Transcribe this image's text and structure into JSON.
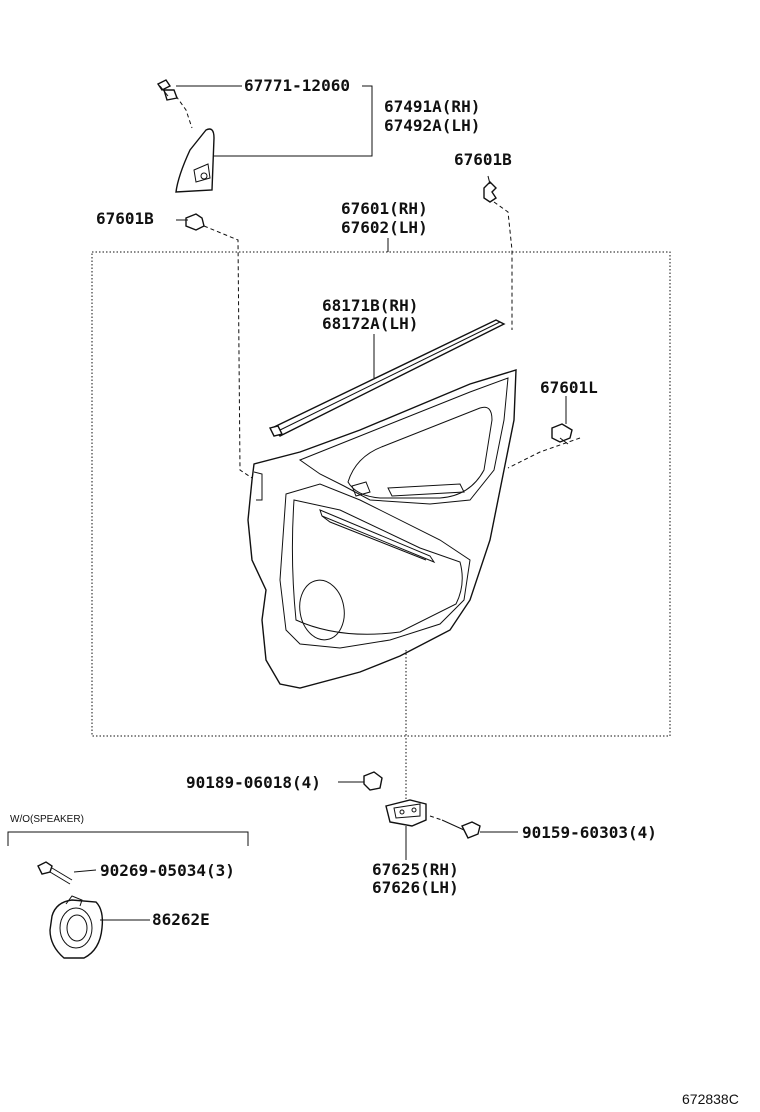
{
  "callouts": {
    "c67771": "67771-12060",
    "c67491": "67491A(RH)",
    "c67492": "67492A(LH)",
    "c67601b_top": "67601B",
    "c67601b_left": "67601B",
    "c67601": "67601(RH)",
    "c67602": "67602(LH)",
    "c68171": "68171B(RH)",
    "c68172": "68172A(LH)",
    "c67601l": "67601L",
    "c90189": "90189-06018(4)",
    "c90159": "90159-60303(4)",
    "c67625": "67625(RH)",
    "c67626": "67626(LH)",
    "c90269": "90269-05034(3)",
    "c86262": "86262E"
  },
  "variant_label": "W/O(SPEAKER)",
  "diagram_id": "672838C"
}
